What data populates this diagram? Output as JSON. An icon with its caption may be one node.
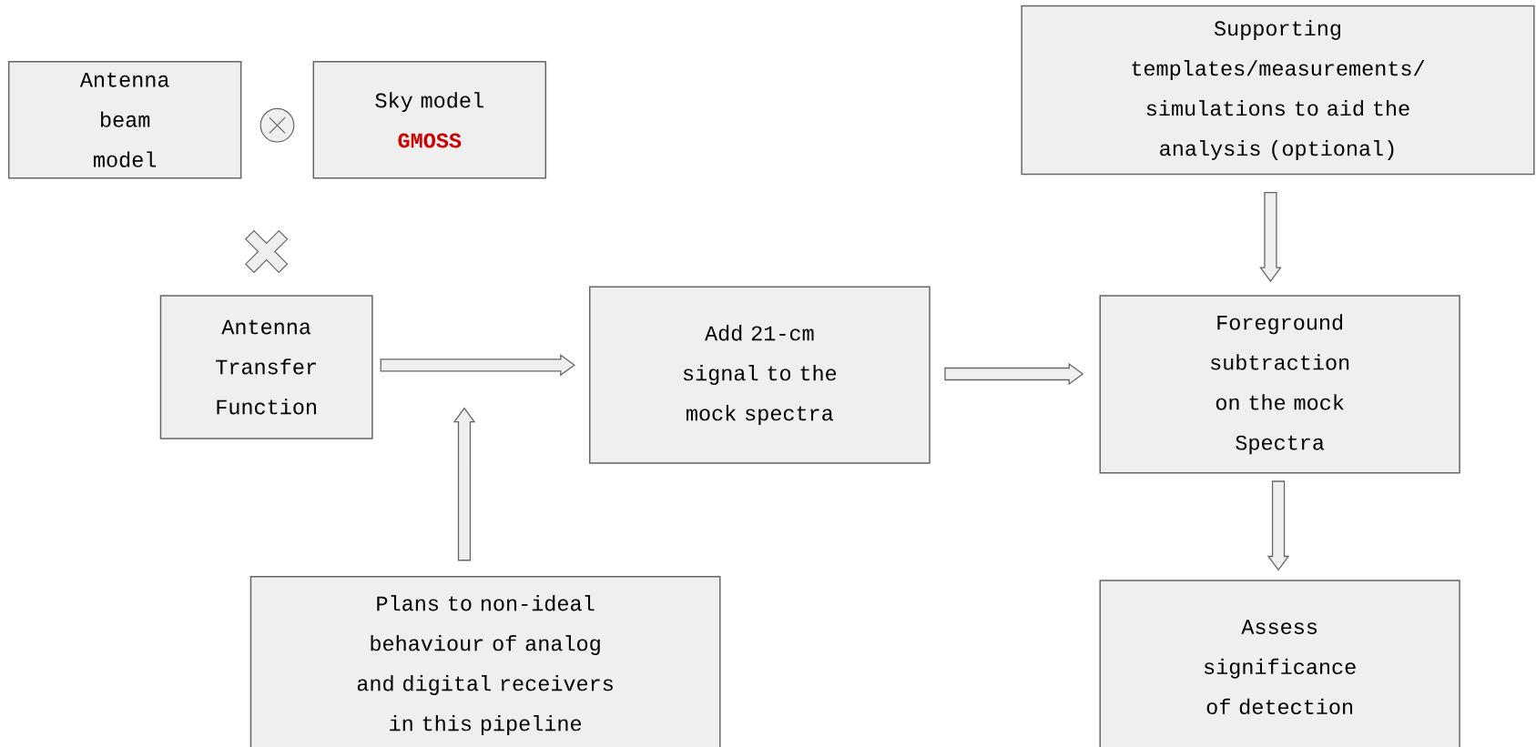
{
  "diagram": {
    "nodes": [
      {
        "text": [
          "Antenna beam model"
        ]
      },
      {
        "text": [
          "Sky model",
          "GMOSS"
        ]
      },
      {
        "text": [
          "Supporting templates/measurements/ simulations to aid the analysis (optional)"
        ]
      },
      {
        "text": [
          "Antenna Transfer Function"
        ]
      },
      {
        "text": [
          "Add 21-cm signal to the mock spectra"
        ]
      },
      {
        "text": [
          "Foreground subtraction on the mock Spectra"
        ]
      },
      {
        "text": [
          "Plans to non-ideal behaviour of analog and digital receivers in this pipeline"
        ]
      },
      {
        "text": [
          "Assess significance of detection"
        ]
      }
    ],
    "edges": [
      {
        "from": 3,
        "to": 4,
        "arrow": "to"
      },
      {
        "from": 4,
        "to": 5,
        "arrow": "to"
      },
      {
        "from": 2,
        "to": 5,
        "arrow": "to"
      },
      {
        "from": 5,
        "to": 7,
        "arrow": "to"
      },
      {
        "from": 6,
        "to": null,
        "arrow": "to"
      }
    ]
  }
}
